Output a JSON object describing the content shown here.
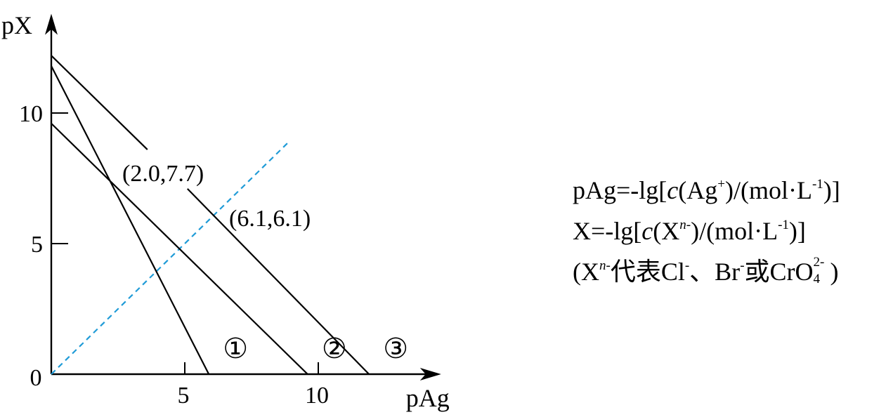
{
  "chart_data": {
    "type": "line",
    "xlabel": "pAg",
    "ylabel": "pX",
    "xlim": [
      0,
      14.6
    ],
    "ylim": [
      0,
      13.8
    ],
    "xticks": [
      5,
      10
    ],
    "yticks": [
      5,
      10
    ],
    "origin_label": "0",
    "grid": false,
    "series": [
      {
        "name": "①",
        "x": [
          0,
          5.9
        ],
        "y": [
          11.8,
          0
        ]
      },
      {
        "name": "②",
        "x": [
          0,
          9.6
        ],
        "y": [
          9.6,
          0
        ]
      },
      {
        "name": "③",
        "x": [
          0,
          3.6,
          5.1,
          11.9
        ],
        "y": [
          12.2,
          8.6,
          7.1,
          0
        ]
      }
    ],
    "reference_line": {
      "x": [
        0,
        8.9
      ],
      "y": [
        0,
        8.9
      ],
      "color": "#1f9bd7",
      "style": "dashed"
    },
    "annotations": [
      {
        "text": "(2.0,7.7)",
        "x": 2.0,
        "y": 7.7
      },
      {
        "text": "(6.1,6.1)",
        "x": 6.1,
        "y": 6.1
      }
    ]
  },
  "legend": {
    "line1": {
      "pre": "pAg=-lg[",
      "c": "c",
      "mid": "(Ag",
      "sup1": "+",
      "mid2": ")/(mol·L",
      "sup2": "-1",
      "end": ")]"
    },
    "line2": {
      "pre": "X=-lg[",
      "c": "c",
      "mid": "(X",
      "sup_n": "n",
      "sup_minus": "-",
      "mid2": ")/(mol·L",
      "sup2": "-1",
      "end": ")]"
    },
    "line3": {
      "open": "(X",
      "sup_n": "n",
      "sup_minus": "-",
      "text1": "代表Cl",
      "sup_cl": "-",
      "text2": "、Br",
      "sup_br": "-",
      "text3": "或CrO",
      "sup_cro": "2-",
      "sub_cro": "4",
      "close": ")"
    }
  }
}
